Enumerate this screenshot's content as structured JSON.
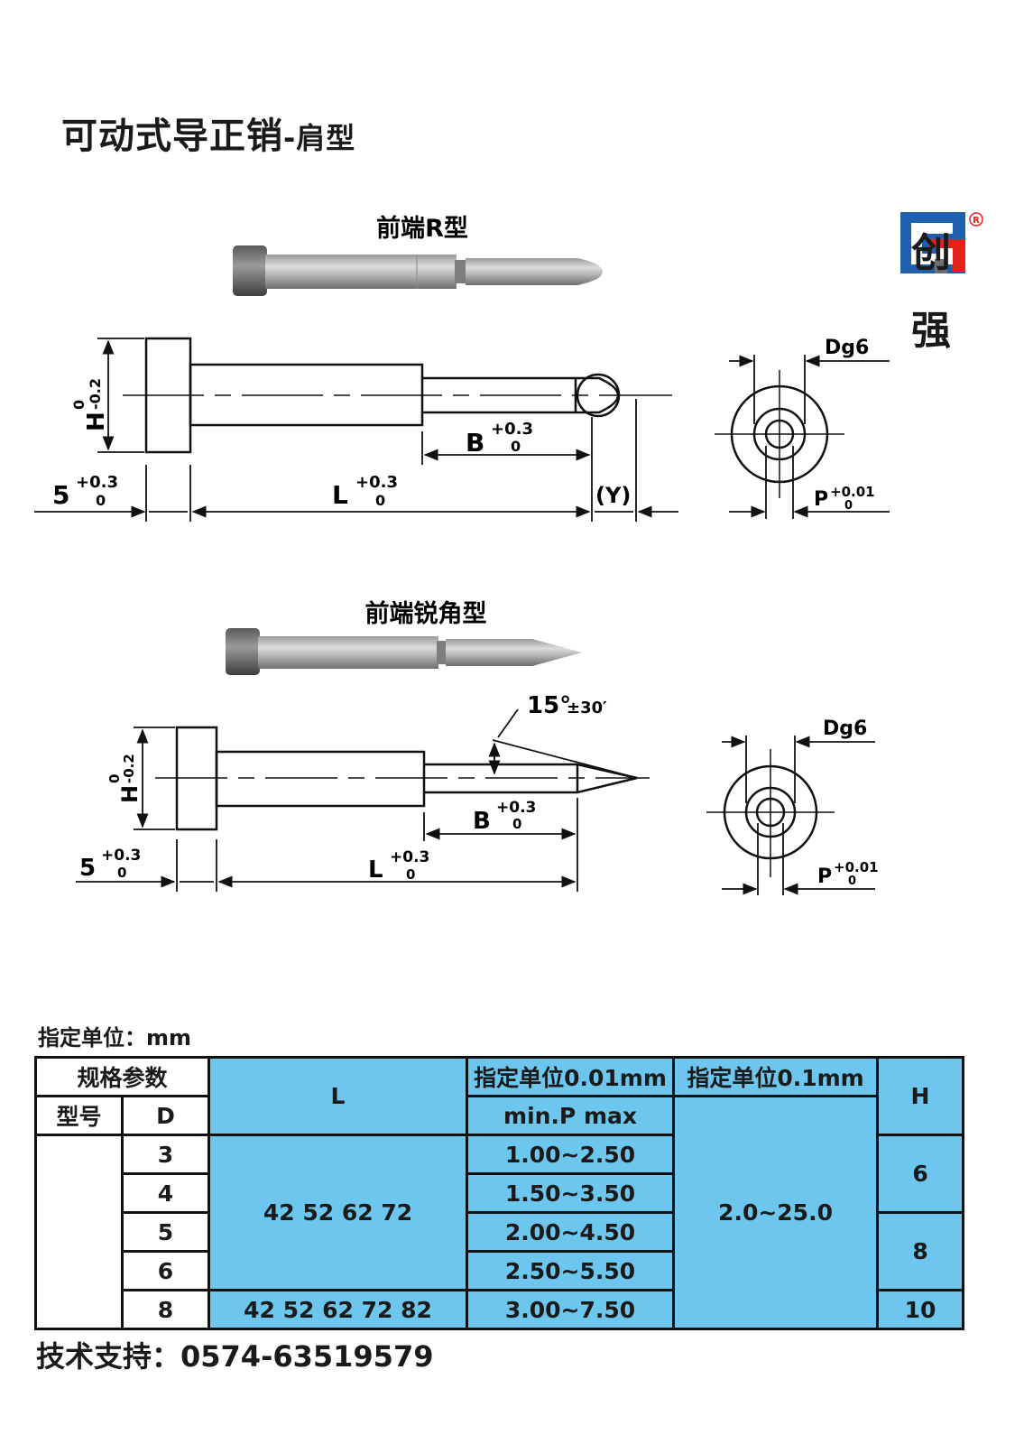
{
  "title": {
    "main": "可动式导正销",
    "suffix": "-肩型"
  },
  "brand": {
    "char1": "创",
    "char2": "强",
    "registered": "®",
    "color_blue": "#1f5fae",
    "color_red": "#e2231a",
    "color_gray": "#6d6e70"
  },
  "figure_r": {
    "label": "前端R型",
    "dim_h": "H",
    "dim_h_tol_top": "0",
    "dim_h_tol_bottom": "-0.2",
    "dim_5": "5",
    "dim_5_tol_top": "+0.3",
    "dim_5_tol_bottom": "0",
    "dim_l": "L",
    "dim_l_tol_top": "+0.3",
    "dim_l_tol_bottom": "0",
    "dim_b": "B",
    "dim_b_tol_top": "+0.3",
    "dim_b_tol_bottom": "0",
    "dim_y": "(Y)",
    "dim_d": "Dg6",
    "dim_p": "P",
    "dim_p_tol_top": "+0.01",
    "dim_p_tol_bottom": "0"
  },
  "figure_sharp": {
    "label": "前端锐角型",
    "dim_h": "H",
    "dim_h_tol_top": "0",
    "dim_h_tol_bottom": "-0.2",
    "dim_5": "5",
    "dim_5_tol_top": "+0.3",
    "dim_5_tol_bottom": "0",
    "dim_l": "L",
    "dim_l_tol_top": "+0.3",
    "dim_l_tol_bottom": "0",
    "dim_b": "B",
    "dim_b_tol_top": "+0.3",
    "dim_b_tol_bottom": "0",
    "angle": "15°",
    "angle_tol": "±30′",
    "dim_d": "Dg6",
    "dim_p": "P",
    "dim_p_tol_top": "+0.01",
    "dim_p_tol_bottom": "0"
  },
  "unit_note": "指定单位：mm",
  "table": {
    "header_spec": "规格参数",
    "header_model": "型号",
    "header_d": "D",
    "header_l": "L",
    "header_p_unit": "指定单位0.01mm",
    "header_p": "min.P max",
    "header_y_unit": "指定单位0.1mm",
    "header_h": "H",
    "d_values": [
      "3",
      "4",
      "5",
      "6",
      "8"
    ],
    "l_group": "42 52 62 72",
    "l_last": "42 52 62 72 82",
    "p_ranges": [
      "1.00~2.50",
      "1.50~3.50",
      "2.00~4.50",
      "2.50~5.50",
      "3.00~7.50"
    ],
    "y_range": "2.0~25.0",
    "h_values": [
      "6",
      "8",
      "10"
    ],
    "fill_color": "#6cc6ee"
  },
  "support": "技术支持：0574-63519579"
}
